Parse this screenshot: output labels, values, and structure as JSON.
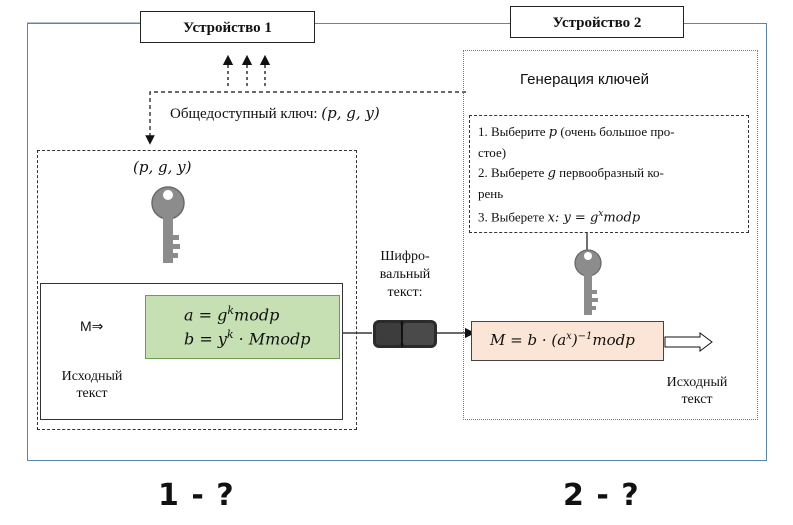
{
  "device1": {
    "label": "Устройство 1"
  },
  "device2": {
    "label": "Устройство 2"
  },
  "public_key": {
    "label": "Общедоступный ключ: ",
    "params": "(p, g, y)"
  },
  "left_block": {
    "params_label": "(p, g, y)",
    "m_arrow": "M⇒",
    "formula_a": "a = g",
    "formula_a_exp": "k",
    "formula_a_rest": "modp",
    "formula_b": "b = y",
    "formula_b_exp": "k",
    "formula_b_rest": " · Mmodp",
    "source_text_line1": "Исходный",
    "source_text_line2": "текст"
  },
  "ciphertext": {
    "line1": "Шифро-",
    "line2": "вальный",
    "line3": "текст:"
  },
  "keygen": {
    "title": "Генерация ключей",
    "step1_a": "1.  Выберите ",
    "step1_var": "p",
    "step1_b": " (очень большое про-",
    "step1_c": "стое)",
    "step2_a": "2.  Выберете ",
    "step2_var": "g",
    "step2_b": "  первообразный  ко-",
    "step2_c": "рень",
    "step3_a": "3.  Выберете ",
    "step3_math": "x: y = g",
    "step3_exp": "x",
    "step3_rest": "modp"
  },
  "decrypt": {
    "formula_main": "M = b · (a",
    "formula_exp1": "x",
    "formula_mid": ")",
    "formula_exp2": "−1",
    "formula_end": "modp",
    "output_line1": "Исходный",
    "output_line2": "текст"
  },
  "bottom": {
    "q1": "1 - ?",
    "q2": "2 - ?"
  },
  "colors": {
    "frame": "#5b86a8",
    "green": "#c6e0b4",
    "pink": "#fbe5d6",
    "key": "#8c8c8c"
  }
}
